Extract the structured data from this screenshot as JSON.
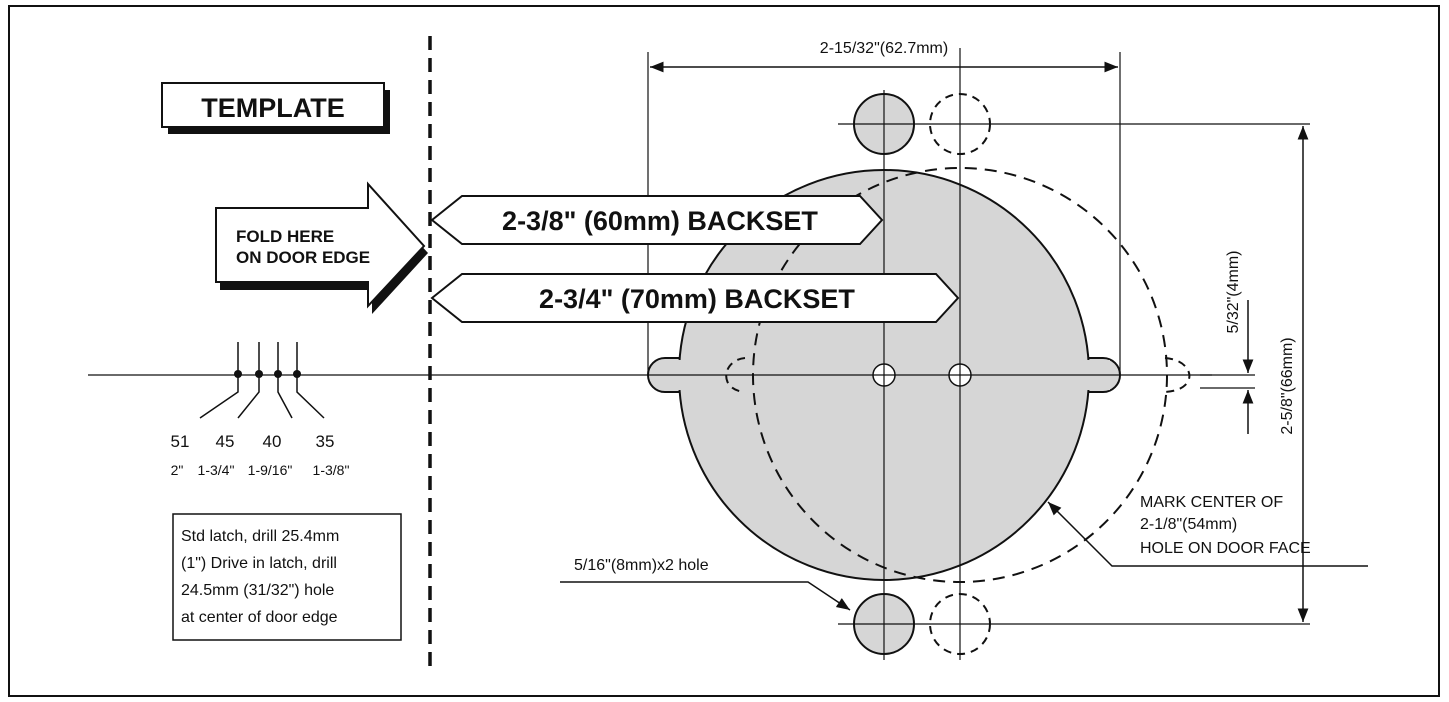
{
  "template_label": "TEMPLATE",
  "fold_arrow": {
    "line1": "FOLD HERE",
    "line2": "ON DOOR EDGE"
  },
  "backset_60": "2-3/8\" (60mm) BACKSET",
  "backset_70": "2-3/4\" (70mm) BACKSET",
  "hole_spacing_dim": "2-15/32\"(62.7mm)",
  "vertical_dim_66": "2-5/8\"(66mm)",
  "vertical_dim_4": "5/32\"(4mm)",
  "door_thickness": {
    "mm": [
      "51",
      "45",
      "40",
      "35"
    ],
    "inch": [
      "2\"",
      "1-3/4\"",
      "1-9/16\"",
      "1-3/8\""
    ]
  },
  "latch_note": [
    "Std latch, drill 25.4mm",
    "(1\") Drive in latch, drill",
    "24.5mm (31/32\") hole",
    "at center of door edge"
  ],
  "mark_center_note": [
    "MARK CENTER OF",
    "2-1/8\"(54mm)",
    "HOLE ON DOOR FACE"
  ],
  "small_hole_note": "5/16\"(8mm)x2 hole",
  "colors": {
    "fill_grey": "#d6d6d6",
    "stroke": "#111111",
    "background": "#ffffff"
  }
}
